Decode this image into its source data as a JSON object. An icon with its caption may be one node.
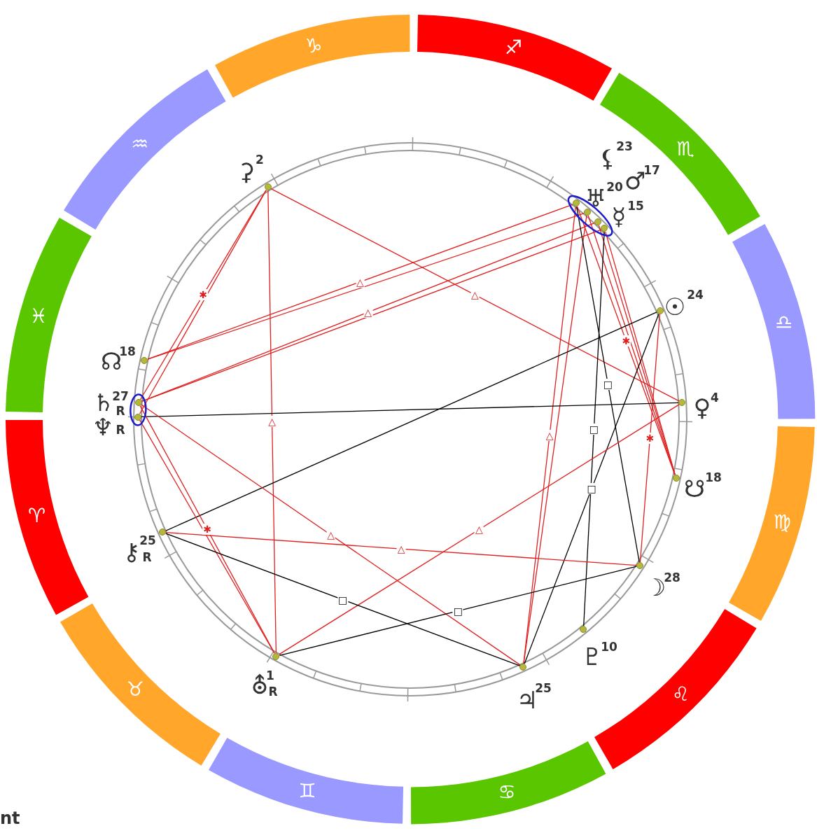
{
  "diagram": {
    "nodes": [
      {
        "text": [],
        "shape": "circle",
        "beside": [
          "⚳",
          "2"
        ]
      },
      {
        "text": [],
        "shape": "circle",
        "beside": [
          "⚸",
          "23"
        ]
      },
      {
        "text": [],
        "shape": "circle",
        "beside": [
          "♂",
          "17"
        ]
      },
      {
        "text": [],
        "shape": "circle",
        "beside": [
          "♅",
          "20"
        ]
      },
      {
        "text": [],
        "shape": "circle",
        "beside": [
          "☿",
          "15"
        ]
      },
      {
        "text": [],
        "shape": "circle",
        "beside": [
          "☉",
          "24"
        ]
      },
      {
        "text": [],
        "shape": "circle",
        "beside": [
          "♀",
          "4"
        ]
      },
      {
        "text": [],
        "shape": "circle",
        "beside": [
          "☋",
          "18"
        ]
      },
      {
        "text": [],
        "shape": "circle",
        "beside": [
          "☽",
          "28"
        ]
      },
      {
        "text": [],
        "shape": "circle",
        "beside": [
          "♇",
          "10"
        ]
      },
      {
        "text": [],
        "shape": "circle",
        "beside": [
          "♃",
          "25"
        ]
      },
      {
        "text": [],
        "shape": "circle",
        "beside": [
          "⛢",
          "1",
          "R"
        ]
      },
      {
        "text": [],
        "shape": "circle",
        "beside": [
          "⚷",
          "25",
          "R"
        ]
      },
      {
        "text": [],
        "shape": "circle",
        "beside": [
          "♄",
          "27",
          "R"
        ]
      },
      {
        "text": [],
        "shape": "circle",
        "beside": [
          "♆",
          "R"
        ]
      },
      {
        "text": [],
        "shape": "circle",
        "beside": [
          "☊",
          "18"
        ]
      },
      {
        "text": [
          "♈"
        ]
      },
      {
        "text": [
          "♉"
        ]
      },
      {
        "text": [
          "♊"
        ]
      },
      {
        "text": [
          "♋"
        ]
      },
      {
        "text": [
          "♌"
        ]
      },
      {
        "text": [
          "♍"
        ]
      },
      {
        "text": [
          "♎"
        ]
      },
      {
        "text": [
          "♏"
        ]
      },
      {
        "text": [
          "♐"
        ]
      },
      {
        "text": [
          "♑"
        ]
      },
      {
        "text": [
          "♒"
        ]
      },
      {
        "text": [
          "♓"
        ]
      }
    ],
    "edges": [
      {
        "from": 0,
        "to": 6,
        "arrow": "none",
        "label": "△"
      },
      {
        "from": 0,
        "to": 11,
        "arrow": "none",
        "label": "△"
      },
      {
        "from": 0,
        "to": 13,
        "arrow": "none",
        "label": "✱"
      },
      {
        "from": 0,
        "to": 14,
        "arrow": "none"
      },
      {
        "from": 1,
        "to": 15,
        "arrow": "none",
        "label": "△"
      },
      {
        "from": 3,
        "to": 15,
        "arrow": "none"
      },
      {
        "from": 2,
        "to": 13,
        "arrow": "none",
        "label": "△"
      },
      {
        "from": 4,
        "to": 13,
        "arrow": "none"
      },
      {
        "from": 1,
        "to": 10,
        "arrow": "none",
        "label": "△"
      },
      {
        "from": 3,
        "to": 10,
        "arrow": "none"
      },
      {
        "from": 1,
        "to": 7,
        "arrow": "none",
        "label": "✱"
      },
      {
        "from": 3,
        "to": 7,
        "arrow": "none"
      },
      {
        "from": 2,
        "to": 7,
        "arrow": "none"
      },
      {
        "from": 4,
        "to": 7,
        "arrow": "none"
      },
      {
        "from": 1,
        "to": 8,
        "arrow": "none",
        "label": "□",
        "color": "#000000"
      },
      {
        "from": 4,
        "to": 9,
        "arrow": "none",
        "label": "□",
        "color": "#000000"
      },
      {
        "from": 5,
        "to": 12,
        "arrow": "none",
        "color": "#000000"
      },
      {
        "from": 5,
        "to": 10,
        "arrow": "none",
        "label": "□",
        "color": "#000000"
      },
      {
        "from": 5,
        "to": 8,
        "arrow": "none",
        "label": "✱"
      },
      {
        "from": 6,
        "to": 14,
        "arrow": "none",
        "color": "#000000"
      },
      {
        "from": 6,
        "to": 11,
        "arrow": "none",
        "label": "△"
      },
      {
        "from": 13,
        "to": 10,
        "arrow": "none",
        "label": "△"
      },
      {
        "from": 13,
        "to": 11,
        "arrow": "none",
        "label": "✱"
      },
      {
        "from": 14,
        "to": 11,
        "arrow": "none"
      },
      {
        "from": 12,
        "to": 8,
        "arrow": "none",
        "label": "△"
      },
      {
        "from": 12,
        "to": 10,
        "arrow": "none",
        "label": "□",
        "color": "#000000"
      },
      {
        "from": 11,
        "to": 8,
        "arrow": "none",
        "label": "□",
        "color": "#000000"
      }
    ],
    "labels": [
      "nt"
    ]
  }
}
